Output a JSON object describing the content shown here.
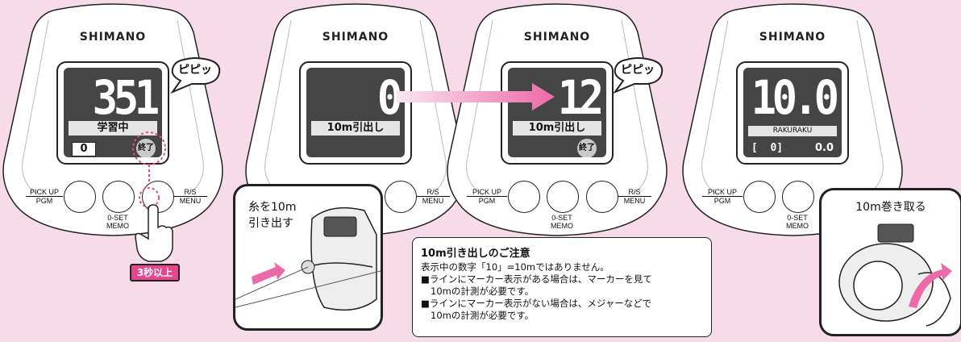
{
  "brand": "SHIMANO",
  "units": [
    {
      "display": "351",
      "status_bar": "学習中",
      "counter": "0",
      "end_button": "終了",
      "balloon": "ピピッ"
    },
    {
      "display": "0",
      "status_bar": "10m引出し"
    },
    {
      "display": "12",
      "status_bar": "10m引出し",
      "end_button": "終了",
      "balloon": "ピピッ"
    },
    {
      "display": "10.0",
      "status_bar": "RAKURAKU",
      "left_value": "[  0]",
      "right_value": "0.0"
    }
  ],
  "buttons": {
    "pickup_top": "PICK UP",
    "pickup_bottom": "PGM",
    "oset_top": "0-SET",
    "oset_bottom": "MEMO",
    "rs_top": "R/S",
    "rs_bottom": "MENU"
  },
  "hold_label": "3秒以上",
  "inset_pull": {
    "line1": "糸を10m",
    "line2": "引き出す"
  },
  "inset_wind": {
    "title": "10m巻き取る"
  },
  "note": {
    "title": "10m引き出しのご注意",
    "line1": "表示中の数字「10」=10mではありません。",
    "line2": "■ラインにマーカー表示がある場合は、マーカーを見て",
    "line3": "10mの計測が必要です。",
    "line4": "■ラインにマーカー表示がない場合は、メジャーなどで",
    "line5": "10mの計測が必要です。"
  },
  "colors": {
    "background": "#f8dbe9",
    "accent_pink": "#e8458f",
    "lcd": "#454545",
    "arrow_pink": "#ec6aa8"
  }
}
